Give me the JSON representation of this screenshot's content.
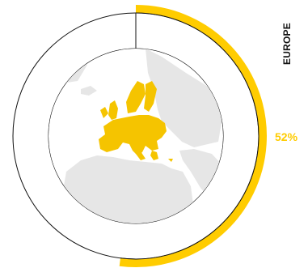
{
  "chart_data": {
    "type": "pie",
    "categories": [
      "EUROPE",
      ""
    ],
    "values": [
      52,
      48
    ],
    "value_label": "52%",
    "title": "",
    "legend": "right",
    "grid": false
  },
  "region_label": "EUROPE",
  "colors": {
    "accent": "#FFCC00",
    "outline": "#111111",
    "land": "#E6E6E6",
    "highlight_land": "#F5C400",
    "background": "#FFFFFF"
  },
  "icons": {
    "center": "globe-europe-map-icon"
  }
}
